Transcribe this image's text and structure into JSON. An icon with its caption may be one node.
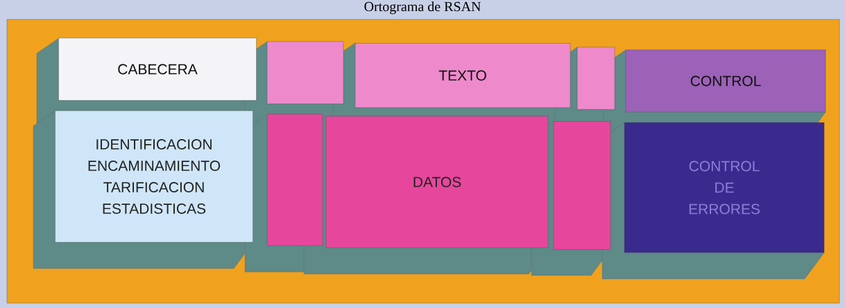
{
  "diagram": {
    "title": "Ortograma de RSAN",
    "nodes": [
      {
        "text": [
          "CABECERA"
        ]
      },
      {
        "text": [],
        "shape": "box"
      },
      {
        "text": [
          "TEXTO"
        ]
      },
      {
        "text": [],
        "shape": "box"
      },
      {
        "text": [
          "CONTROL"
        ]
      },
      {
        "text": [
          "IDENTIFICACION ENCAMINAMIENTO TARIFICACION ESTADISTICAS"
        ]
      },
      {
        "text": [],
        "shape": "box"
      },
      {
        "text": [
          "DATOS"
        ]
      },
      {
        "text": [],
        "shape": "box"
      },
      {
        "text": [
          "CONTROL DE ERRORES"
        ]
      }
    ]
  }
}
